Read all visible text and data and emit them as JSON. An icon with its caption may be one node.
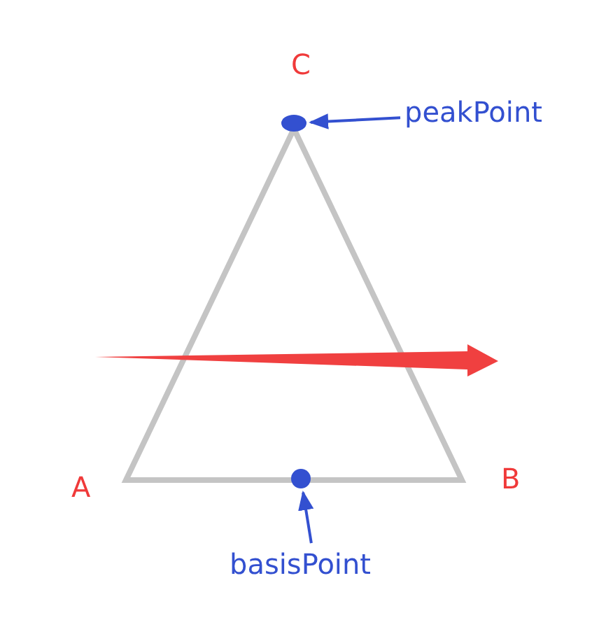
{
  "diagram": {
    "nodes": [
      {
        "text": [
          "peakPoint"
        ]
      },
      {
        "text": [],
        "shape": "circle"
      },
      {
        "text": [
          "basisPoint"
        ]
      },
      {
        "text": [],
        "shape": "circle"
      }
    ],
    "edges": [
      {
        "from": 0,
        "to": 1,
        "arrow": "to"
      },
      {
        "from": 2,
        "to": 3,
        "arrow": "to"
      }
    ],
    "labels": [
      "C",
      "A",
      "B"
    ]
  }
}
